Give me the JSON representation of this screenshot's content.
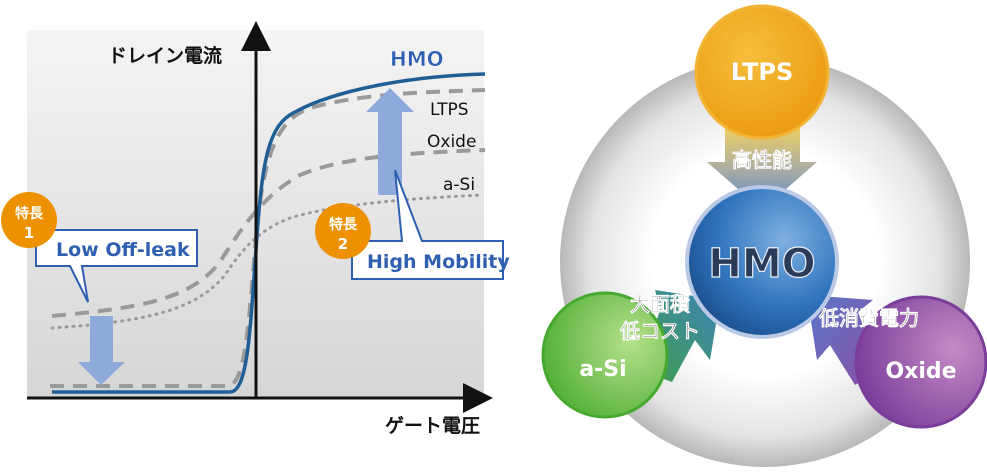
{
  "chart": {
    "y_axis_label": "ドレイン電流",
    "x_axis_label": "ゲート電圧",
    "series": [
      {
        "name": "HMO",
        "style": "solid",
        "color": "#1f5f95"
      },
      {
        "name": "LTPS",
        "style": "dashed",
        "color": "#999999"
      },
      {
        "name": "Oxide",
        "style": "dashed",
        "color": "#999999"
      },
      {
        "name": "a-Si",
        "style": "dotted",
        "color": "#999999"
      }
    ],
    "feature1": {
      "badge_line1": "特長",
      "badge_line2": "1",
      "label": "Low Off-leak"
    },
    "feature2": {
      "badge_line1": "特長",
      "badge_line2": "2",
      "label": "High Mobility"
    },
    "badge_color": "#ee9100",
    "callout_color": "#2f5fb0",
    "arrow_color": "#8eaadb"
  },
  "diagram": {
    "center": "HMO",
    "nodes": [
      {
        "name": "LTPS",
        "color": "#f2a81d",
        "benefit": "高性能"
      },
      {
        "name": "a-Si",
        "color": "#5cb83a",
        "benefit_line1": "大面積",
        "benefit_line2": "低コスト"
      },
      {
        "name": "Oxide",
        "color": "#8a4fa5",
        "benefit": "低消費電力"
      }
    ]
  }
}
